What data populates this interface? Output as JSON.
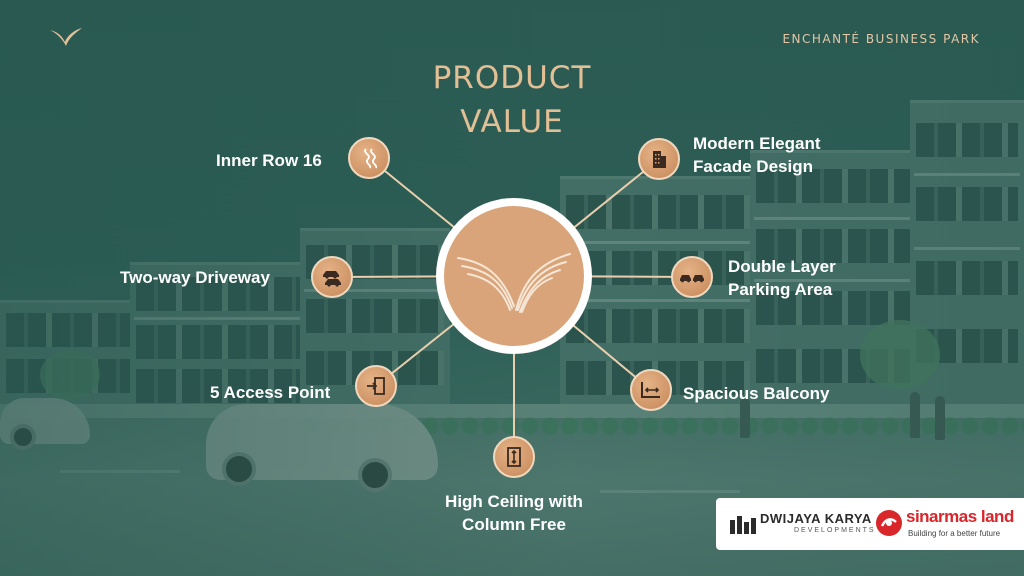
{
  "header": {
    "brand": "ENCHANTÉ BUSINESS PARK",
    "title_line1": "PRODUCT",
    "title_line2": "VALUE"
  },
  "hub": {
    "logo": "brand-bird-logo"
  },
  "features": [
    {
      "label": "Inner Row 16",
      "icon": "winding-road-icon"
    },
    {
      "label": "Modern Elegant\nFacade Design",
      "icon": "building-icon"
    },
    {
      "label": "Two-way Driveway",
      "icon": "two-cars-icon"
    },
    {
      "label": "Double Layer\nParking Area",
      "icon": "parking-cars-icon"
    },
    {
      "label": "5 Access Point",
      "icon": "door-enter-icon"
    },
    {
      "label": "Spacious Balcony",
      "icon": "balcony-width-icon"
    },
    {
      "label": "High Ceiling with\nColumn Free",
      "icon": "ceiling-height-icon"
    }
  ],
  "partners": {
    "developer_name": "DWIJAYA KARYA",
    "developer_sub": "DEVELOPMENTS",
    "group_name": "sinarmas land",
    "group_tagline": "Building for a better future"
  },
  "colors": {
    "background": "#2f5d55",
    "accent_gold": "#e3bf95",
    "node_fill": "#d9a479",
    "spoke": "#e9cfae",
    "sinarmas_red": "#d8262b"
  }
}
